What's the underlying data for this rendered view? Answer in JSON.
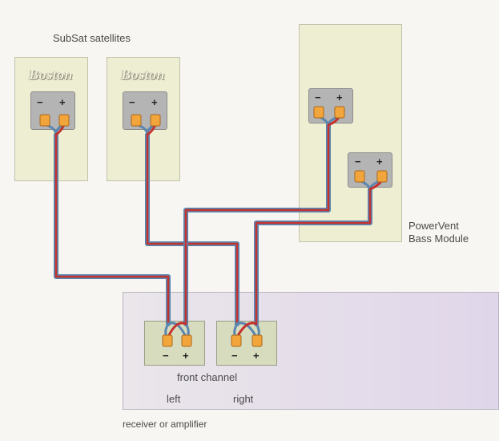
{
  "labels": {
    "satellites": "SubSat satellites",
    "bass_module_line1": "PowerVent",
    "bass_module_line2": "Bass Module",
    "front_channel": "front channel",
    "left": "left",
    "right": "right",
    "receiver": "receiver or amplifier"
  },
  "speakers": [
    {
      "brand": "Boston",
      "minus": "−",
      "plus": "+"
    },
    {
      "brand": "Boston",
      "minus": "−",
      "plus": "+"
    }
  ],
  "bass_terminals": [
    {
      "minus": "−",
      "plus": "+"
    },
    {
      "minus": "−",
      "plus": "+"
    }
  ],
  "receiver_terminals": [
    {
      "minus": "−",
      "plus": "+"
    },
    {
      "minus": "−",
      "plus": "+"
    }
  ],
  "colors": {
    "speaker_panel": "#eeeed3",
    "receiver_panel": "#e2d8ec",
    "terminal_plate": "#b4b4b4",
    "post_orange": "#f2a53a",
    "wire_red": "#c4322e",
    "wire_blue": "#5a86b0"
  }
}
